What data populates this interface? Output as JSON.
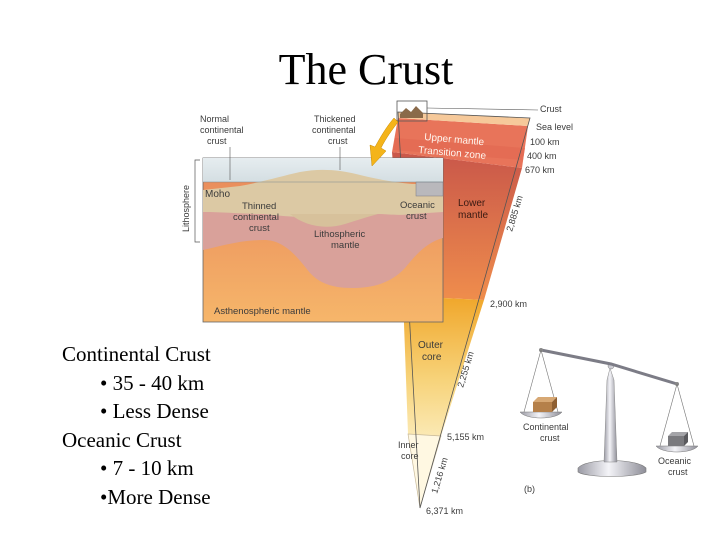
{
  "slide": {
    "title": "The Crust",
    "bullets": {
      "continental_heading": "Continental Crust",
      "continental_thickness": "• 35 - 40 km",
      "continental_density": "• Less Dense",
      "oceanic_heading": "Oceanic Crust",
      "oceanic_thickness": "• 7 - 10 km",
      "oceanic_density": "•More Dense"
    }
  },
  "cross_section": {
    "normal_continental_crust": [
      "Normal",
      "continental",
      "crust"
    ],
    "thickened_continental_crust": [
      "Thickened",
      "continental",
      "crust"
    ],
    "lithosphere": "Lithosphere",
    "moho": "Moho",
    "thinned_continental_crust": [
      "Thinned",
      "continental",
      "crust"
    ],
    "oceanic_crust": [
      "Oceanic",
      "crust"
    ],
    "lithospheric_mantle": [
      "Lithospheric",
      "mantle"
    ],
    "asthenospheric_mantle": "Asthenospheric mantle"
  },
  "earth_wedge": {
    "crust": "Crust",
    "sea_level": "Sea level",
    "depth_100": "100 km",
    "depth_400": "400 km",
    "depth_670": "670 km",
    "upper_mantle": "Upper mantle",
    "transition_zone": "Transition zone",
    "lower_mantle": [
      "Lower",
      "mantle"
    ],
    "lower_mantle_thickness": "2,885 km",
    "depth_2900": "2,900 km",
    "outer_core": [
      "Outer",
      "core"
    ],
    "outer_core_thickness": "2,255 km",
    "depth_5155": "5,155 km",
    "inner_core": [
      "Inner",
      "core"
    ],
    "inner_core_thickness": "1,216 km",
    "depth_6371": "6,371 km"
  },
  "balance": {
    "continental_crust": [
      "Continental",
      "crust"
    ],
    "oceanic_crust": [
      "Oceanic",
      "crust"
    ],
    "panel_label": "(b)"
  },
  "colors": {
    "upper_mantle": "#e8745a",
    "lower_mantle": "#d96a4e",
    "outer_core": "#f3b23e",
    "inner_core": "#fff4d2",
    "lithospheric_mantle": "#d99a92",
    "asthenosphere": "#f1a762",
    "crust": "#dcc9a4",
    "callout_arrow": "#f4b41a"
  }
}
